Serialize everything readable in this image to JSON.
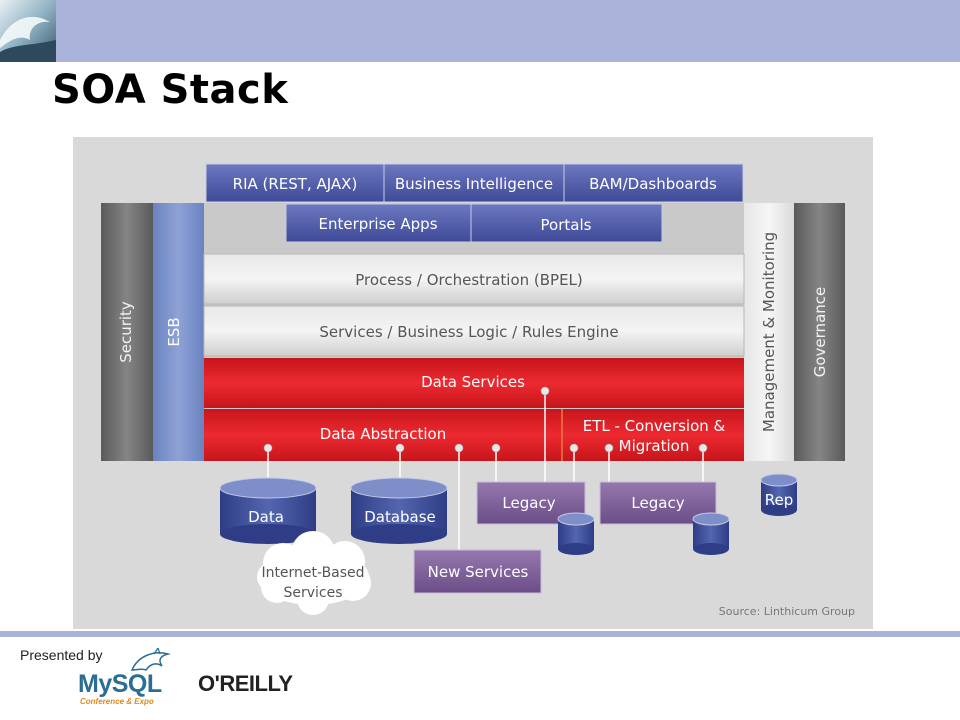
{
  "slide": {
    "title": "SOA Stack",
    "presented_by": "Presented by",
    "mysql_logo": "MySQL",
    "mysql_logo_sub": "Conference & Expo",
    "oreilly_logo": "O'REILLY"
  },
  "diagram": {
    "top_row": [
      "RIA (REST, AJAX)",
      "Business Intelligence",
      "BAM/Dashboards"
    ],
    "second_row": [
      "Enterprise Apps",
      "Portals"
    ],
    "layers": {
      "process": "Process / Orchestration (BPEL)",
      "services": "Services / Business Logic / Rules Engine",
      "data_services": "Data Services",
      "data_abstraction": "Data Abstraction",
      "etl_line1": "ETL - Conversion &",
      "etl_line2": "Migration"
    },
    "side_bars": {
      "security": "Security",
      "esb": "ESB",
      "management": "Management & Monitoring",
      "governance": "Governance"
    },
    "bottom": {
      "data": "Data",
      "database": "Database",
      "legacy_1": "Legacy",
      "legacy_2": "Legacy",
      "rep": "Rep",
      "new_services": "New Services",
      "internet_line1": "Internet-Based",
      "internet_line2": "Services"
    },
    "source": "Source:  Linthicum Group",
    "colors": {
      "blue_box": "#4d58a6",
      "red_layer": "#e2232a",
      "purple_box": "#7c5a96",
      "cylinder": "#3e4f9a",
      "side_dark": "#6f6f6f",
      "esb": "#7c92c9"
    }
  }
}
